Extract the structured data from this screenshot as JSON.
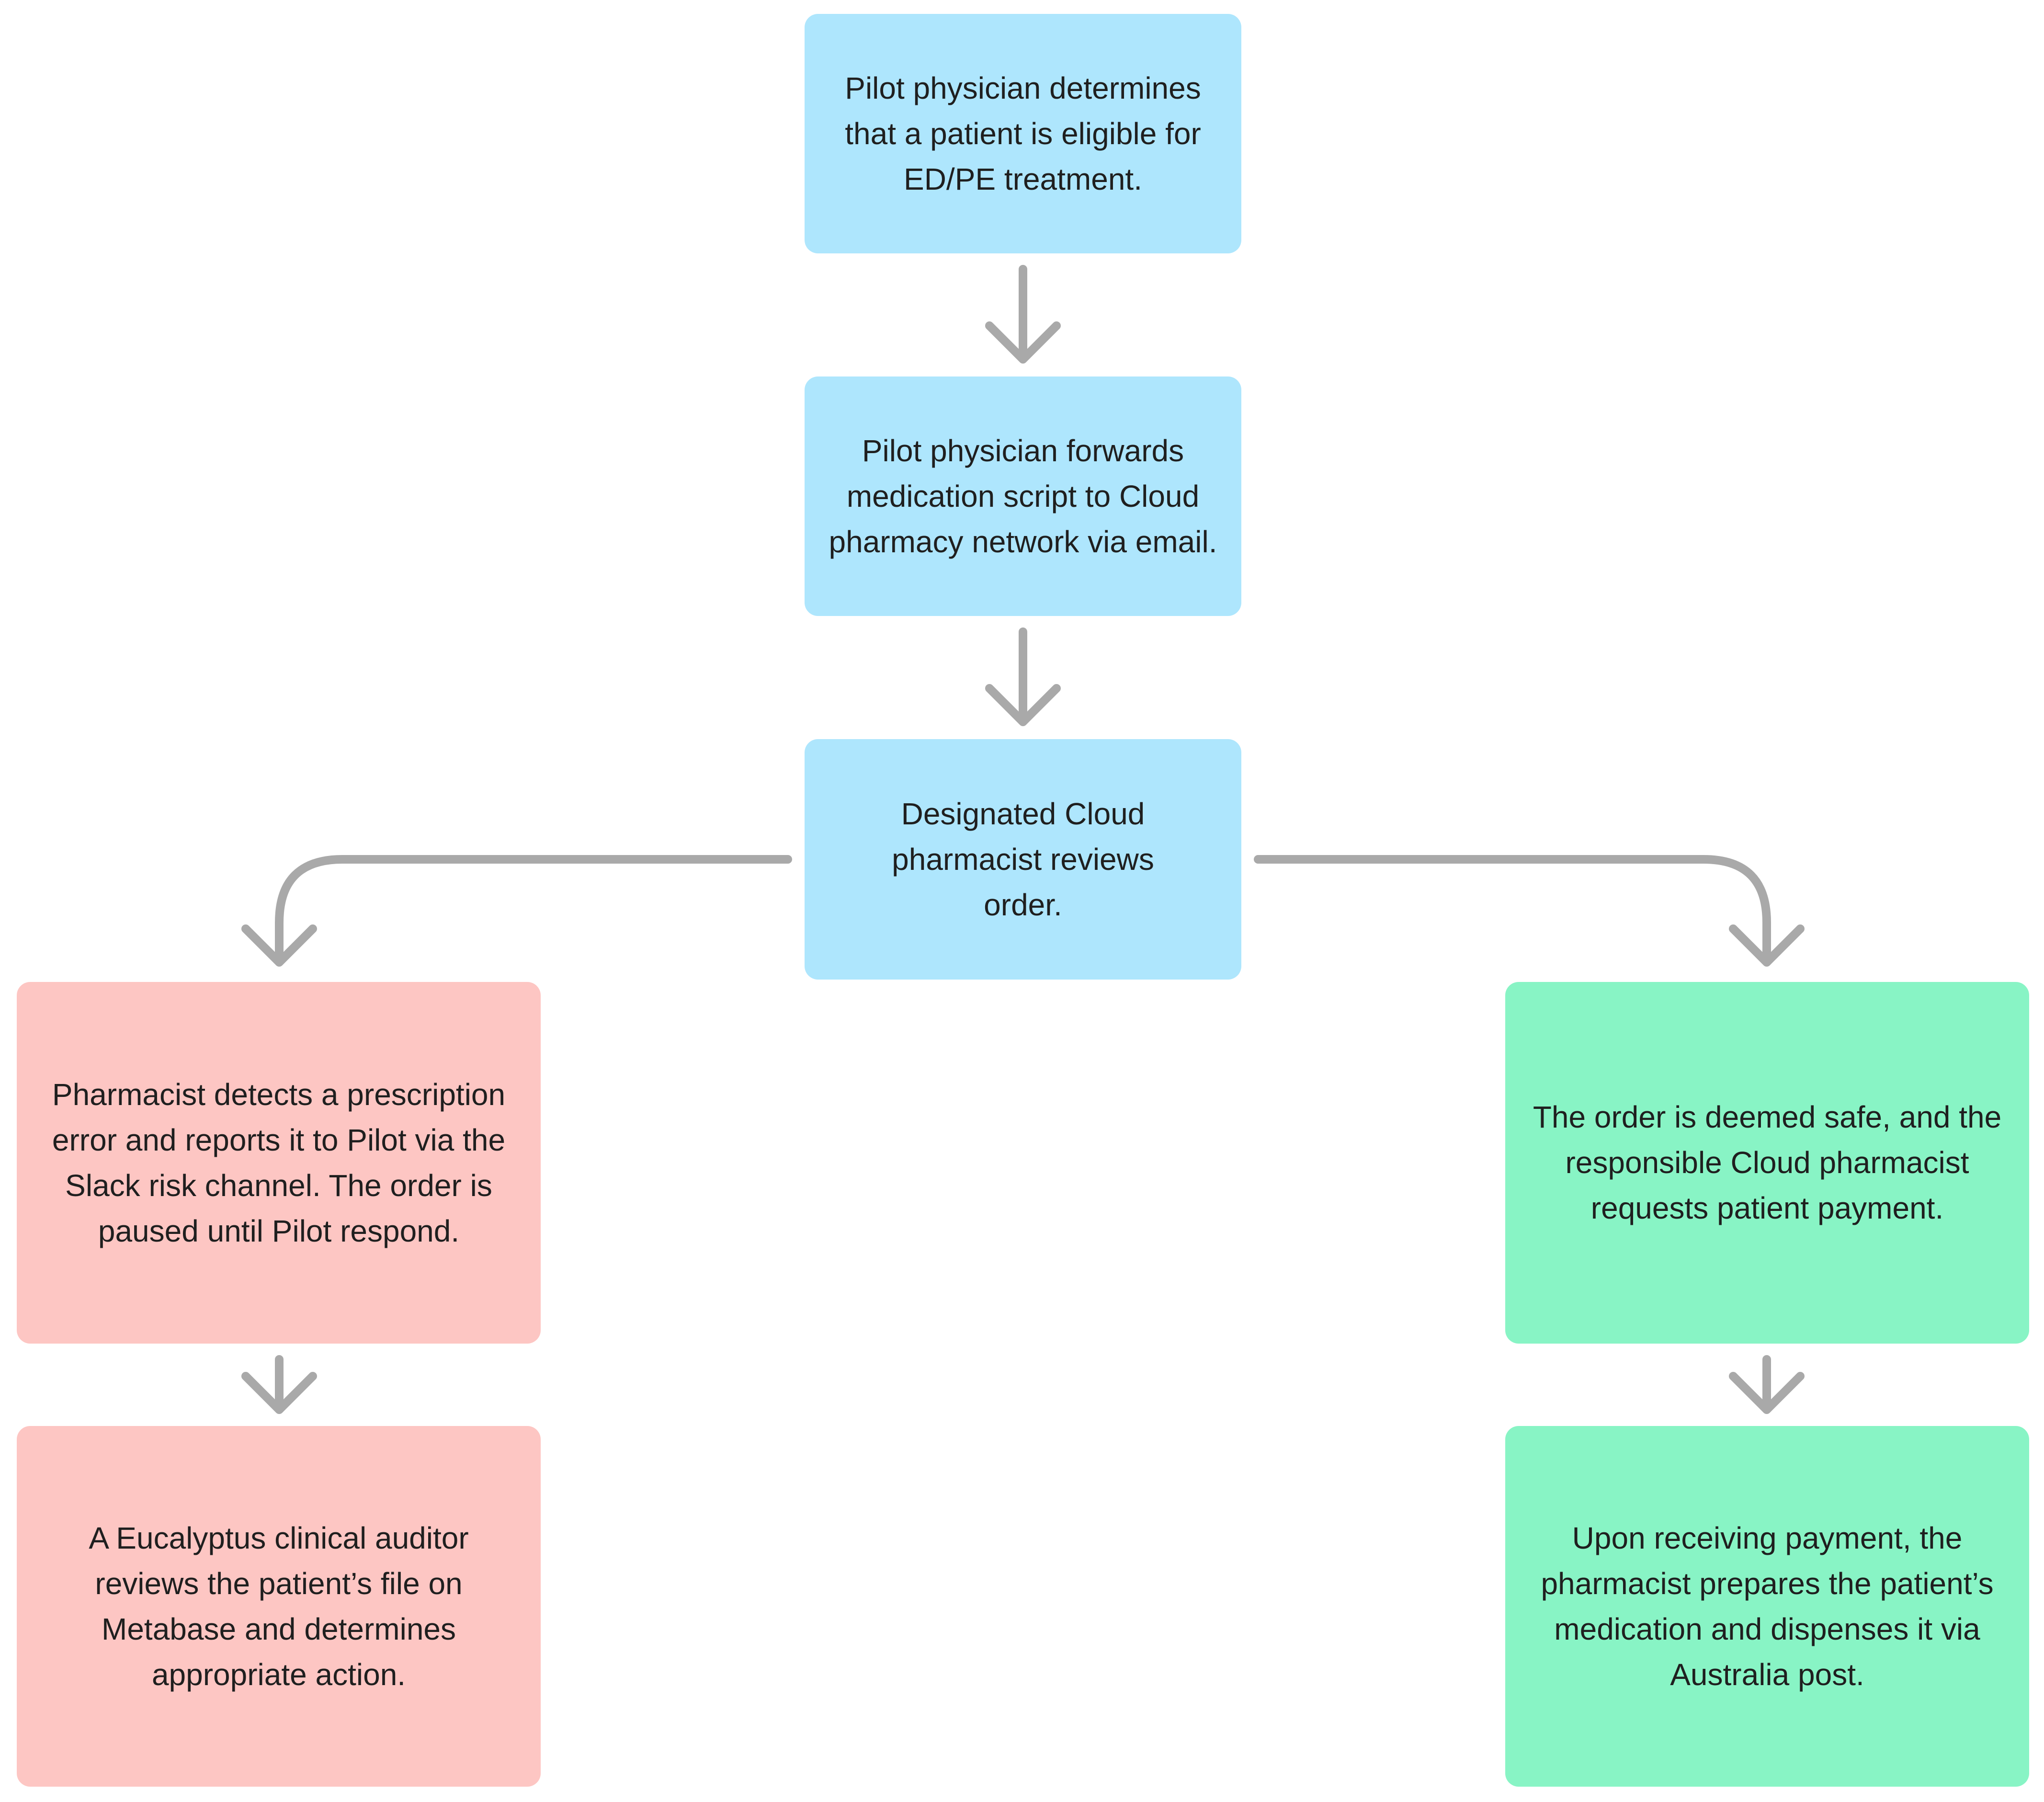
{
  "nodes": {
    "physician_eligibility": "Pilot physician determines that a patient is eligible for ED/PE treatment.",
    "physician_forwards_script": "Pilot physician forwards medication script to Cloud pharmacy network via email.",
    "pharmacist_reviews": "Designated Cloud pharmacist reviews order.",
    "prescription_error": "Pharmacist detects a prescription error and reports it to Pilot via the Slack risk channel. The order is paused until Pilot respond.",
    "clinical_auditor": "A Eucalyptus clinical auditor reviews the patient’s file on Metabase and determines appropriate action.",
    "order_safe": "The order is deemed safe, and the responsible Cloud pharmacist requests patient payment.",
    "dispense": "Upon receiving payment, the pharmacist prepares the patient’s medication and dispenses it via Australia post."
  },
  "colors": {
    "blue_box": "#aee6fd",
    "red_box": "#fdc6c3",
    "green_box": "#88f4c5",
    "arrow": "#a9a9a9",
    "text": "#1f1f1f"
  }
}
